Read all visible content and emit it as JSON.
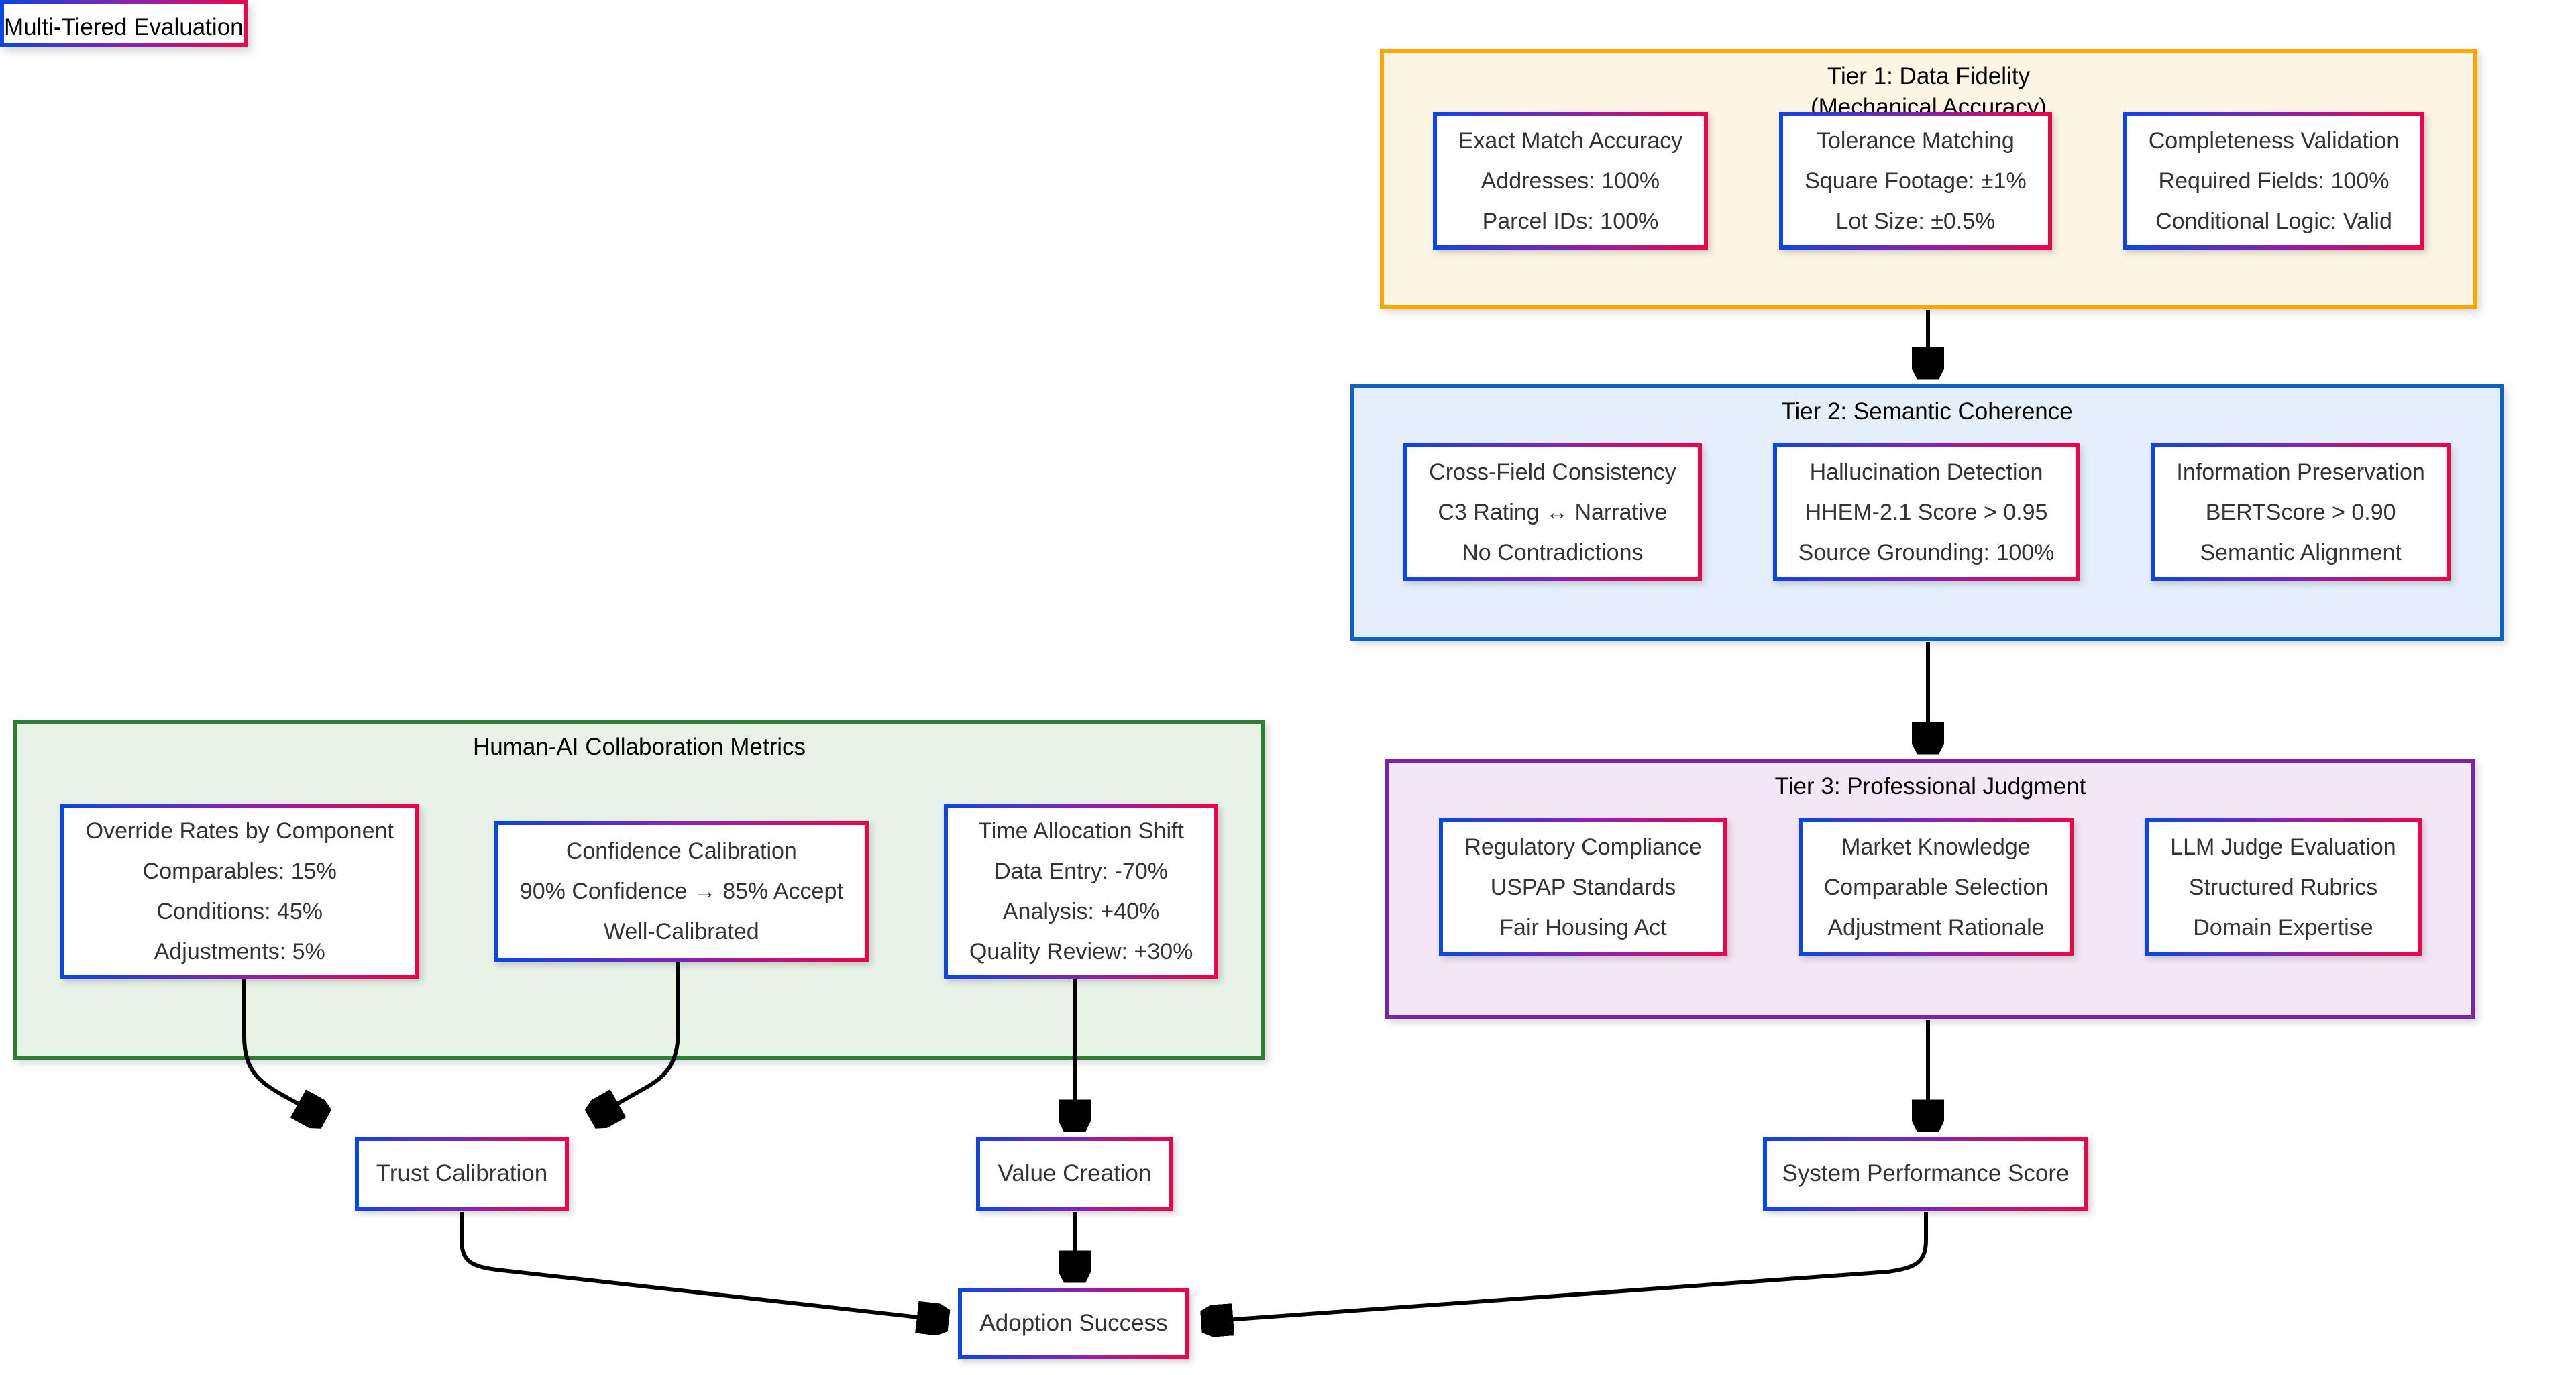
{
  "colors": {
    "node_border_gradient_start": "#0A46E4",
    "node_border_gradient_mid": "#8A22B0",
    "node_border_gradient_end": "#EF0448",
    "tier1_border": "#FFA500",
    "tier1_fill": "#FDF5E4",
    "tier2_border": "#0D62C8",
    "tier2_fill": "#E5EFFB",
    "tier3_border": "#7B24A8",
    "tier3_fill": "#F3E6F7",
    "collab_border": "#2E7D32",
    "collab_fill": "#E7F3E7",
    "arrow": "#000000",
    "text": "#333333"
  },
  "mt": {
    "title": "Multi-Tiered Evaluation",
    "tiers": [
      {
        "title1": "Tier 1: Data Fidelity",
        "title2": "(Mechanical Accuracy)",
        "nodes": [
          {
            "lines": [
              "Exact Match Accuracy",
              "Addresses: 100%",
              "Parcel IDs: 100%"
            ]
          },
          {
            "lines": [
              "Tolerance Matching",
              "Square Footage: ±1%",
              "Lot Size: ±0.5%"
            ]
          },
          {
            "lines": [
              "Completeness Validation",
              "Required Fields: 100%",
              "Conditional Logic: Valid"
            ]
          }
        ]
      },
      {
        "title1": "Tier 2: Semantic Coherence",
        "nodes": [
          {
            "lines": [
              "Cross-Field Consistency",
              "C3 Rating ↔ Narrative",
              "No Contradictions"
            ]
          },
          {
            "lines": [
              "Hallucination Detection",
              "HHEM-2.1 Score > 0.95",
              "Source Grounding: 100%"
            ]
          },
          {
            "lines": [
              "Information Preservation",
              "BERTScore > 0.90",
              "Semantic Alignment"
            ]
          }
        ]
      },
      {
        "title1": "Tier 3: Professional Judgment",
        "nodes": [
          {
            "lines": [
              "Regulatory Compliance",
              "USPAP Standards",
              "Fair Housing Act"
            ]
          },
          {
            "lines": [
              "Market Knowledge",
              "Comparable Selection",
              "Adjustment Rationale"
            ]
          },
          {
            "lines": [
              "LLM Judge Evaluation",
              "Structured Rubrics",
              "Domain Expertise"
            ]
          }
        ]
      }
    ]
  },
  "collab": {
    "title": "Human-AI Collaboration Metrics",
    "nodes": [
      {
        "lines": [
          "Override Rates by Component",
          "Comparables: 15%",
          "Conditions: 45%",
          "Adjustments: 5%"
        ]
      },
      {
        "lines": [
          "Confidence Calibration",
          "90% Confidence → 85% Accept",
          "Well-Calibrated"
        ]
      },
      {
        "lines": [
          "Time Allocation Shift",
          "Data Entry: -70%",
          "Analysis: +40%",
          "Quality Review: +30%"
        ]
      }
    ]
  },
  "outcomes": {
    "trust": "Trust Calibration",
    "value": "Value Creation",
    "system": "System Performance Score",
    "adoption": "Adoption Success"
  }
}
